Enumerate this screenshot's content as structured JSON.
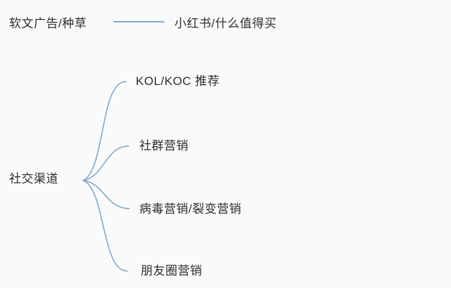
{
  "colors": {
    "background": "#fafafa",
    "connector": "#7fa8d0",
    "text": "#2d2d2d"
  },
  "top_connection": {
    "left_node": "软文广告/种草",
    "right_node": "小红书/什么值得买"
  },
  "mindmap": {
    "root": "社交渠道",
    "branches": [
      {
        "label": "KOL/KOC 推荐"
      },
      {
        "label": "社群营销"
      },
      {
        "label": "病毒营销/裂变营销"
      },
      {
        "label": "朋友圈营销"
      }
    ]
  }
}
